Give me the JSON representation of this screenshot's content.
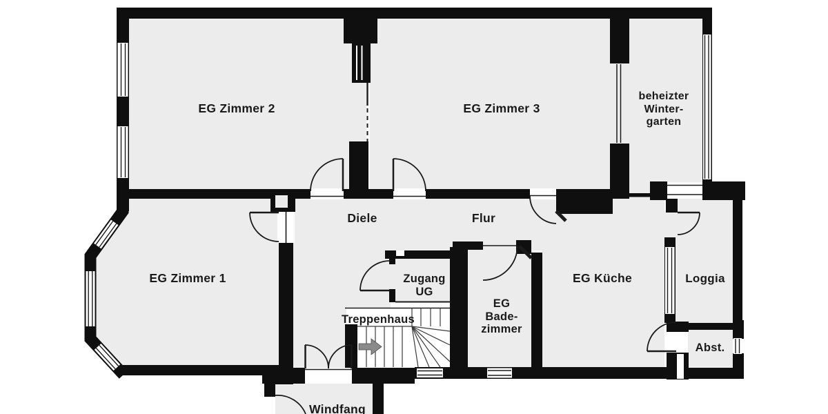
{
  "plan": {
    "type": "floor-plan",
    "floor": "EG (Erdgeschoss / ground floor)",
    "colors": {
      "wall": "#0f0f0f",
      "room_floor": "#ececec",
      "background": "#ffffff",
      "stair_area": "#ffffff",
      "stair_arrow": "#8a8a8a",
      "label_text": "#1a1a1a"
    },
    "rooms": {
      "zimmer2": {
        "label": "EG Zimmer 2"
      },
      "zimmer3": {
        "label": "EG Zimmer 3"
      },
      "wintergarten": {
        "lines": [
          "beheizter",
          "Winter-",
          "garten"
        ]
      },
      "zimmer1": {
        "label": "EG Zimmer 1"
      },
      "diele": {
        "label": "Diele"
      },
      "flur": {
        "label": "Flur"
      },
      "zugang_ug": {
        "lines": [
          "Zugang",
          "UG"
        ]
      },
      "kueche": {
        "label": "EG Küche"
      },
      "loggia": {
        "label": "Loggia"
      },
      "treppenhaus": {
        "label": "Treppenhaus"
      },
      "badezimmer": {
        "lines": [
          "EG",
          "Bade-",
          "zimmer"
        ]
      },
      "abstellraum": {
        "label": "Abst."
      },
      "windfang": {
        "label": "Windfang"
      }
    },
    "icons": {
      "stair_direction_arrow": "arrow pointing right (upstairs direction)"
    },
    "features": [
      "bay window (Erker) at EG Zimmer 1",
      "double entry door to Windfang",
      "winder staircase",
      "glazed Wintergarten walls",
      "chimney blocks"
    ]
  }
}
